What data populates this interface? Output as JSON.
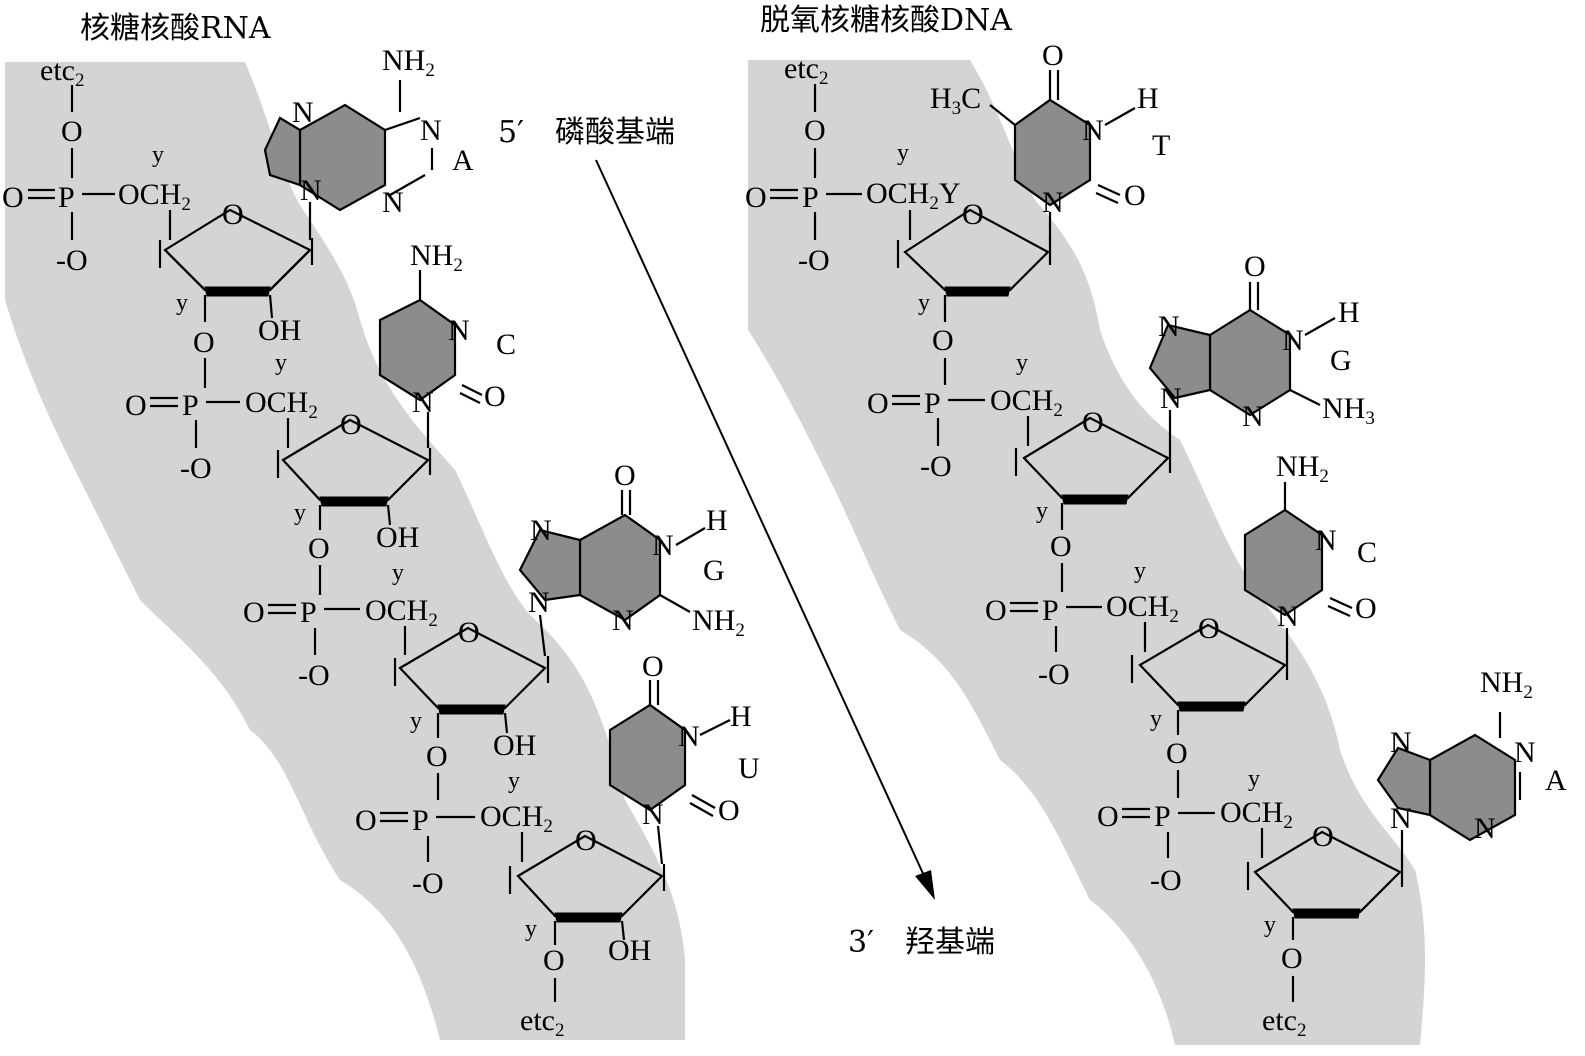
{
  "titles": {
    "rna": "核糖核酸RNA",
    "dna": "脱氧核糖核酸DNA"
  },
  "direction": {
    "five_prime": "5′",
    "five_prime_label": "磷酸基端",
    "three_prime": "3′",
    "three_prime_label": "羟基端"
  },
  "atoms": {
    "etc": "etc",
    "sub2": "2",
    "sub3": "3",
    "O": "O",
    "P": "P",
    "N": "N",
    "H": "H",
    "OH": "OH",
    "OCH2": "OCH",
    "NH": "NH",
    "H3C": "H",
    "C_of_H3C": "C",
    "minus_O": "-O",
    "y": "y",
    "Y": "Y"
  },
  "rna": {
    "bases": [
      "A",
      "C",
      "G",
      "U"
    ]
  },
  "dna": {
    "bases": [
      "T",
      "G",
      "C",
      "A"
    ]
  },
  "colors": {
    "backbone_band": "#d4d4d4",
    "base_ring": "#8c8c8c",
    "line": "#000000"
  }
}
